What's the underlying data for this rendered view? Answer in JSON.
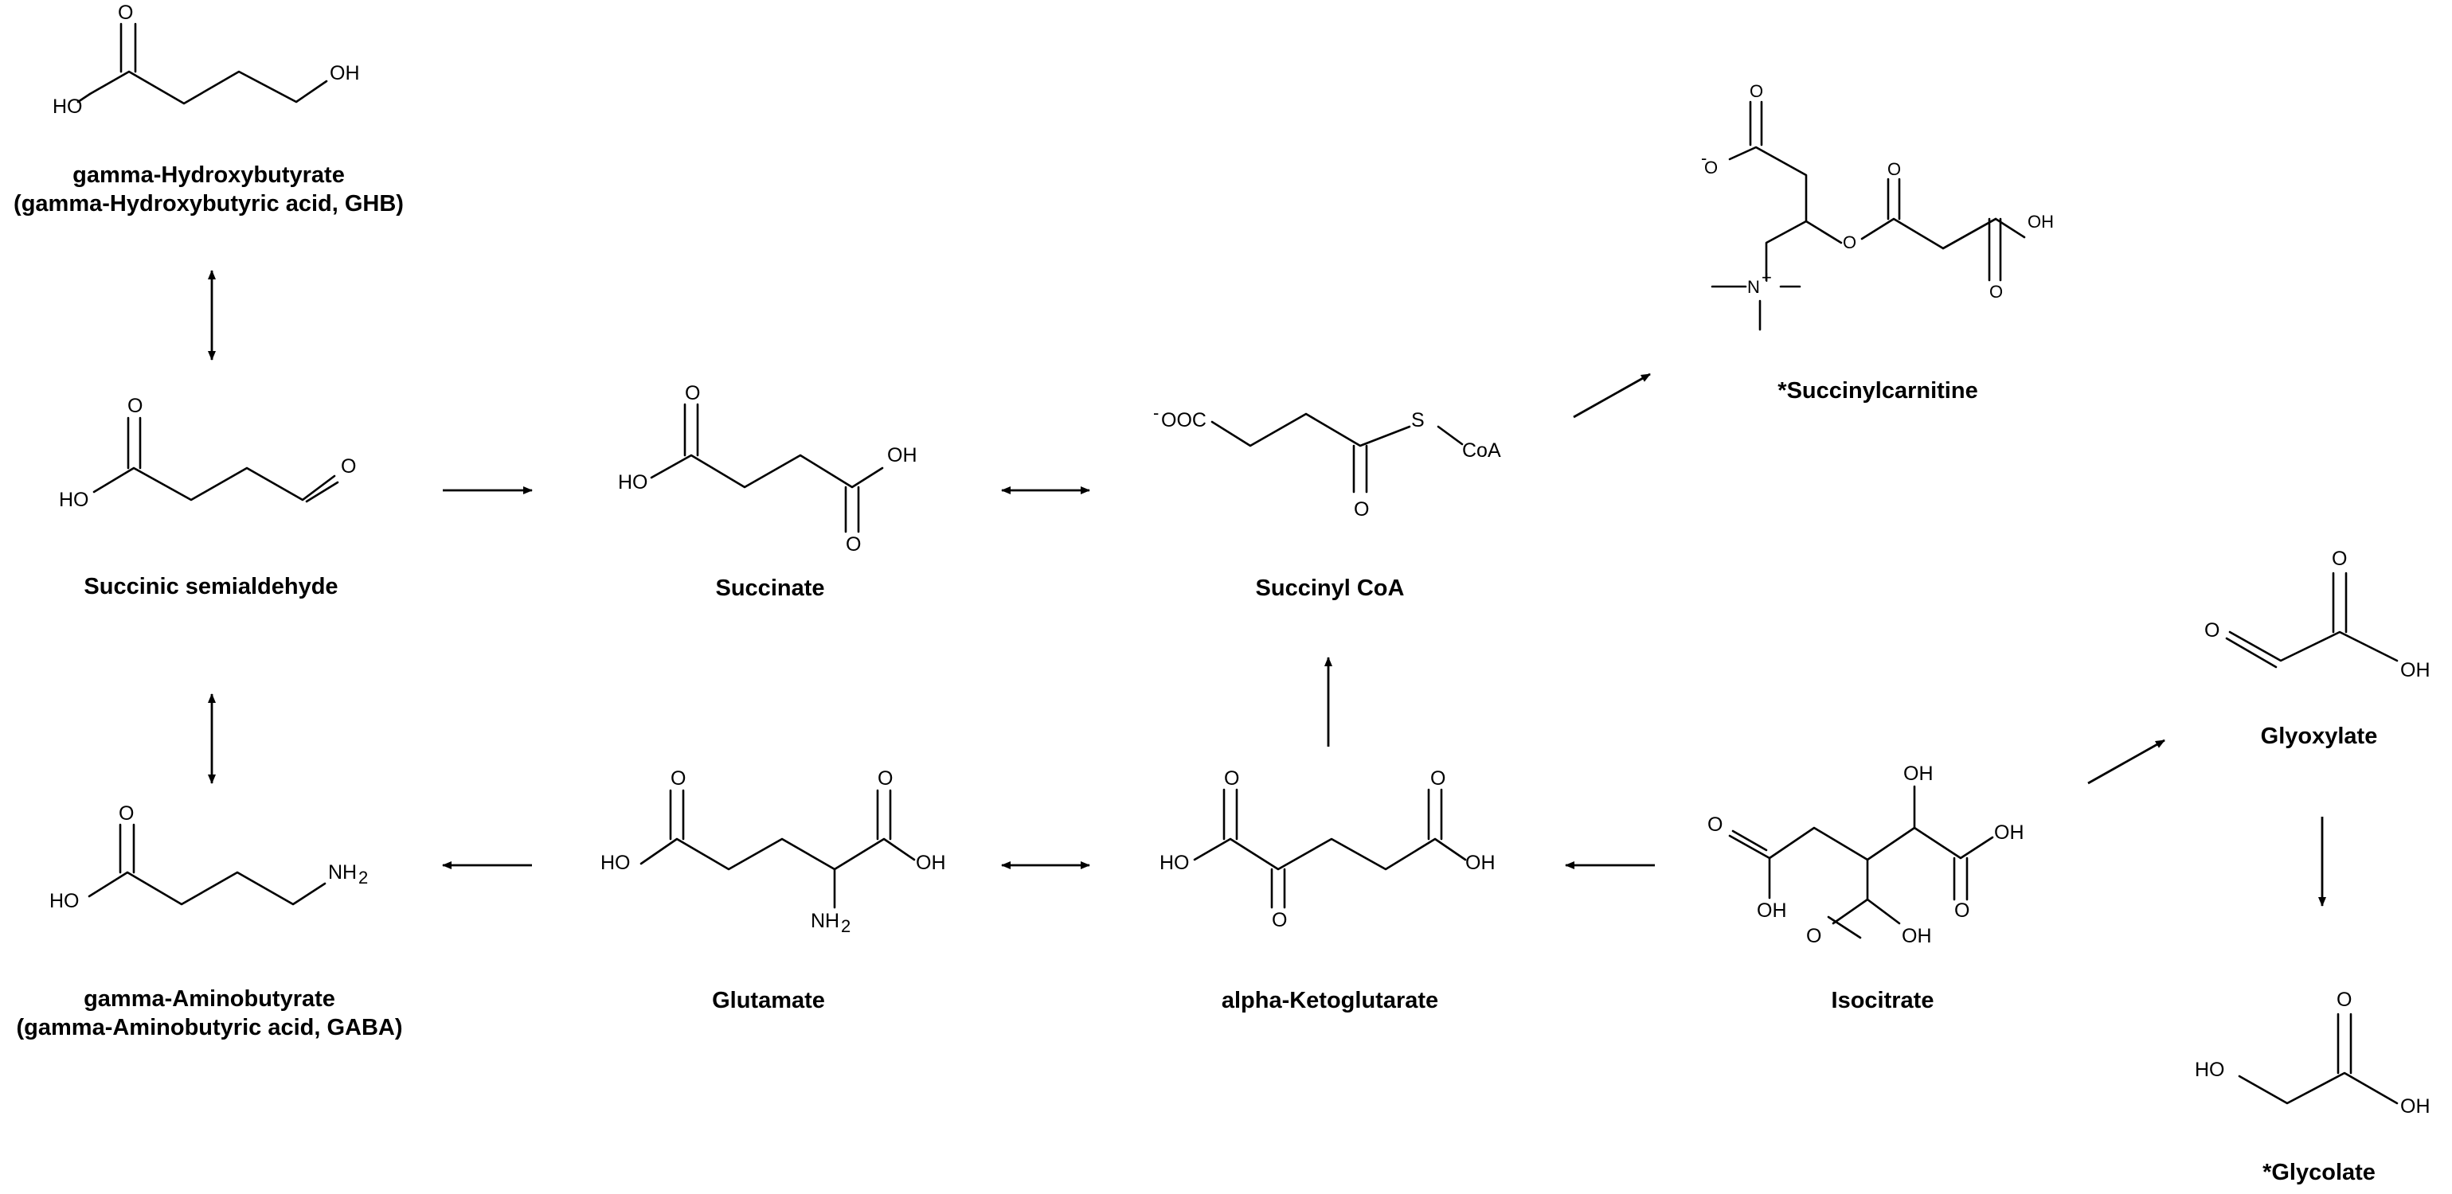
{
  "compounds": {
    "ghb": {
      "name": "gamma-Hydroxybutyrate",
      "alias": "(gamma-Hydroxybutyric  acid, GHB)"
    },
    "ssa": {
      "name": "Succinic semialdehyde"
    },
    "gaba": {
      "name": "gamma-Aminobutyrate",
      "alias": "(gamma-Aminobutyric  acid, GABA)"
    },
    "succinate": {
      "name": "Succinate"
    },
    "glutamate": {
      "name": "Glutamate"
    },
    "succinyl_coa": {
      "name": "Succinyl CoA"
    },
    "akg": {
      "name": "alpha-Ketoglutarate"
    },
    "succinylcarnitine": {
      "name": "*Succinylcarnitine"
    },
    "isocitrate": {
      "name": "Isocitrate"
    },
    "glyoxylate": {
      "name": "Glyoxylate"
    },
    "glycolate": {
      "name": "*Glycolate"
    }
  },
  "atom_labels": {
    "O": "O",
    "OH": "OH",
    "HO": "HO",
    "S": "S",
    "CoA": "CoA",
    "NH2": "NH",
    "sub2": "2",
    "N": "N",
    "plus": "+",
    "minus": "-",
    "OOC": "OOC"
  },
  "arrows": [
    {
      "from": "ghb",
      "to": "ssa",
      "type": "bidirectional"
    },
    {
      "from": "ssa",
      "to": "gaba",
      "type": "bidirectional"
    },
    {
      "from": "ssa",
      "to": "succinate",
      "type": "forward"
    },
    {
      "from": "glutamate",
      "to": "gaba",
      "type": "forward"
    },
    {
      "from": "succinate",
      "to": "succinyl_coa",
      "type": "bidirectional"
    },
    {
      "from": "glutamate",
      "to": "akg",
      "type": "bidirectional"
    },
    {
      "from": "akg",
      "to": "succinyl_coa",
      "type": "forward"
    },
    {
      "from": "succinyl_coa",
      "to": "succinylcarnitine",
      "type": "forward"
    },
    {
      "from": "isocitrate",
      "to": "akg",
      "type": "forward"
    },
    {
      "from": "isocitrate",
      "to": "glyoxylate",
      "type": "forward"
    },
    {
      "from": "glyoxylate",
      "to": "glycolate",
      "type": "forward"
    }
  ]
}
